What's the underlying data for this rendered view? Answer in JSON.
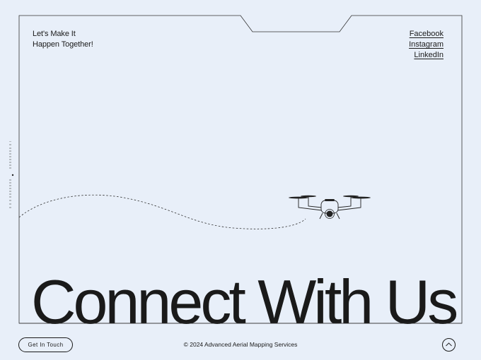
{
  "tagline": {
    "line1": "Let's Make It",
    "line2": "Happen Together!"
  },
  "social": {
    "items": [
      "Facebook",
      "Instagram",
      "LinkedIn"
    ]
  },
  "headline": "Connect With Us",
  "footer": {
    "cta_label": "Get In Touch",
    "copyright": "© 2024 Advanced Aerial Mapping Services"
  },
  "icons": {
    "scroll_top": "chevron-up-icon",
    "drone": "drone-icon"
  },
  "colors": {
    "background": "#e8eff9",
    "ink": "#1a1a1a"
  }
}
